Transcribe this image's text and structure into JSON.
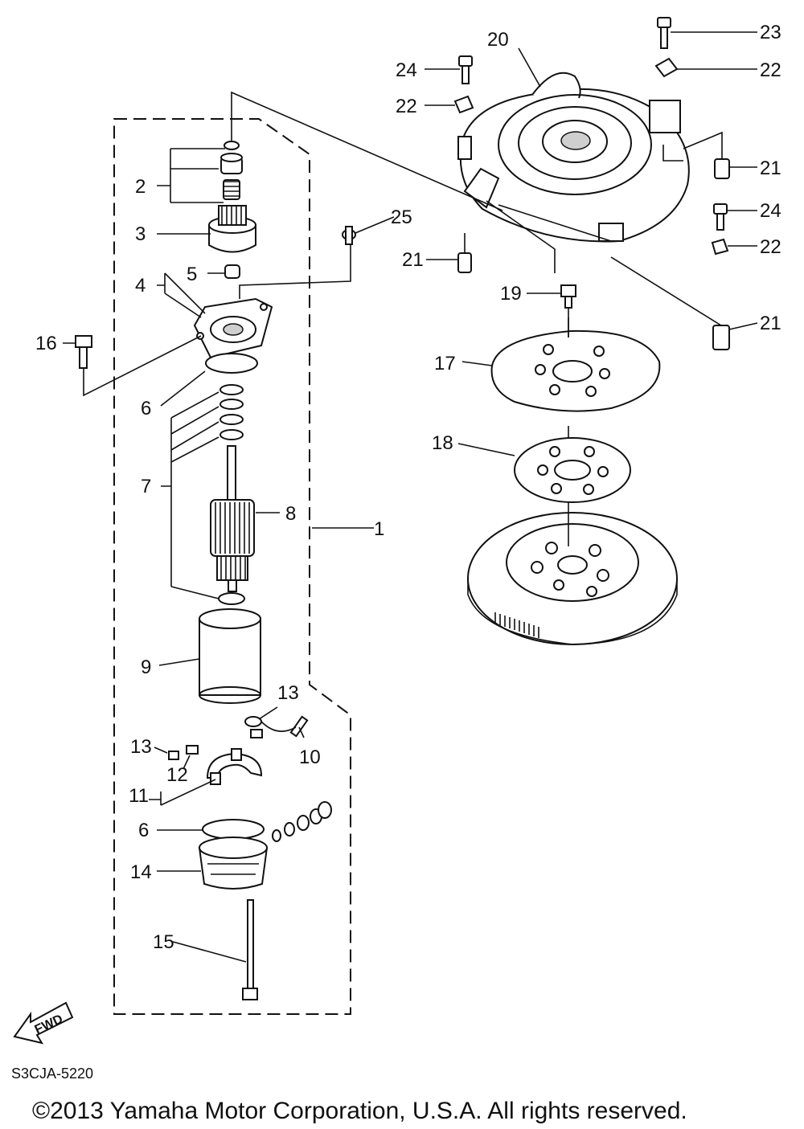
{
  "diagram": {
    "callouts": [
      "1",
      "2",
      "3",
      "4",
      "5",
      "6",
      "6",
      "7",
      "8",
      "9",
      "10",
      "11",
      "12",
      "13",
      "13",
      "14",
      "15",
      "16",
      "17",
      "18",
      "19",
      "20",
      "21",
      "21",
      "21",
      "22",
      "22",
      "22",
      "23",
      "24",
      "24",
      "25"
    ],
    "fwd_label": "FWD",
    "drawing_code": "S3CJA-5220",
    "copyright": "©2013 Yamaha Motor Corporation, U.S.A. All rights reserved."
  }
}
